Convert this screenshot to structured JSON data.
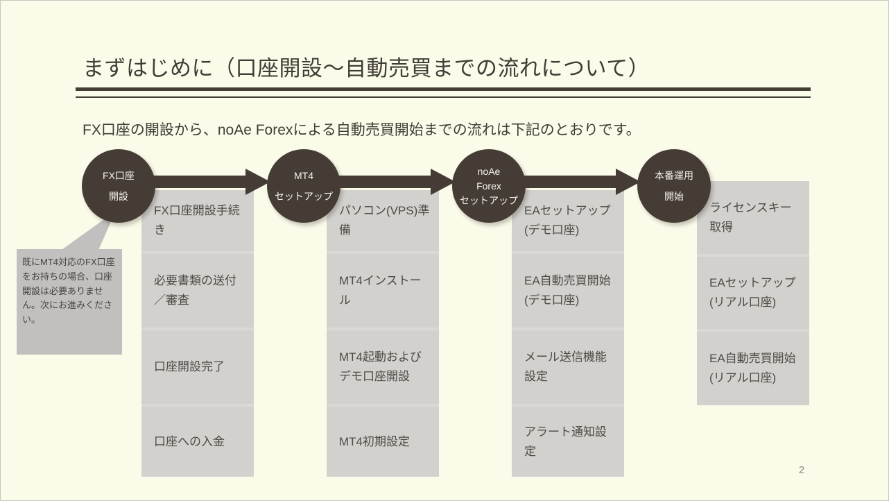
{
  "slide": {
    "title": "まずはじめに（口座開設～自動売買までの流れについて）",
    "subtitle": "FX口座の開設から、noAe Forexによる自動売買開始までの流れは下記のとおりです。",
    "page_number": "2",
    "callout": {
      "text": "既にMT4対応のFX口座をお持ちの場合、口座開設は必要ありません。次にお進みください。"
    },
    "steps": [
      {
        "circle": {
          "lines": [
            "FX口座",
            "開設"
          ]
        },
        "items": [
          "FX口座開設手続き",
          "必要書類の送付／審査",
          "口座開設完了",
          "口座への入金"
        ]
      },
      {
        "circle": {
          "lines": [
            "MT4",
            "セットアップ"
          ]
        },
        "items": [
          "パソコン(VPS)準備",
          "MT4インストール",
          "MT4起動およびデモ口座開設",
          "MT4初期設定"
        ]
      },
      {
        "circle": {
          "lines": [
            "noAe",
            "Forex",
            "セットアップ"
          ]
        },
        "items": [
          "EAセットアップ(デモ口座)",
          "EA自動売買開始(デモ口座)",
          "メール送信機能設定",
          "アラート通知設定"
        ]
      },
      {
        "circle": {
          "lines": [
            "本番運用",
            "開始"
          ]
        },
        "items": [
          "ライセンスキー取得",
          "EAセットアップ(リアル口座)",
          "EA自動売買開始(リアル口座)"
        ]
      }
    ]
  },
  "colors": {
    "bg": "#fbfbea",
    "brown": "#463c36",
    "cell": "#d2d1ce",
    "gap": "#dbd9d6",
    "callout": "#c1c0be",
    "text": "#4d4b46",
    "title": "#413c35",
    "page": "#8b8b82"
  }
}
